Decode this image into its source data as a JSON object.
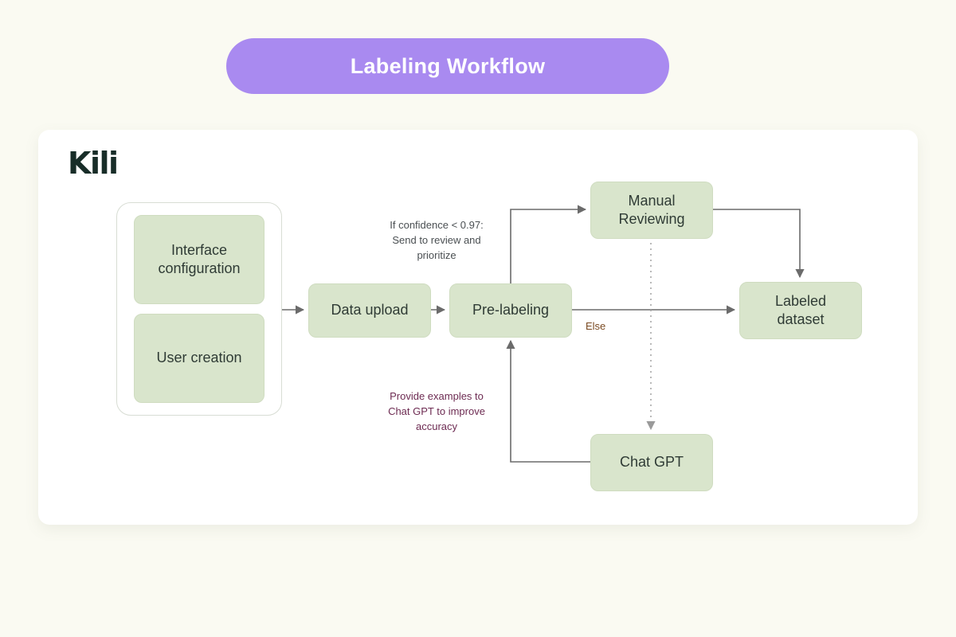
{
  "header": {
    "title": "Labeling Workflow",
    "pill_color": "#a98af0",
    "text_color": "#ffffff"
  },
  "card": {
    "brand_logo": "Kili",
    "background": "#ffffff"
  },
  "page": {
    "background": "#fafaf2"
  },
  "diagram": {
    "type": "flowchart",
    "node_fill": "#d9e5cc",
    "node_border": "#cfdcc0",
    "edge_color": "#6b6b6b",
    "group": {
      "label": "setup-group"
    },
    "nodes": [
      {
        "id": "interface-configuration",
        "label": "Interface\nconfiguration",
        "line1": "Interface",
        "line2": "configuration"
      },
      {
        "id": "user-creation",
        "label": "User creation",
        "line1": "User creation",
        "line2": ""
      },
      {
        "id": "data-upload",
        "label": "Data upload",
        "line1": "Data upload",
        "line2": ""
      },
      {
        "id": "pre-labeling",
        "label": "Pre-labeling",
        "line1": "Pre-labeling",
        "line2": ""
      },
      {
        "id": "manual-reviewing",
        "label": "Manual Reviewing",
        "line1": "Manual",
        "line2": "Reviewing"
      },
      {
        "id": "labeled-dataset",
        "label": "Labeled dataset",
        "line1": "Labeled",
        "line2": "dataset"
      },
      {
        "id": "chat-gpt",
        "label": "Chat GPT",
        "line1": "Chat GPT",
        "line2": ""
      }
    ],
    "edge_labels": {
      "confidence_line1": "If confidence < 0.97:",
      "confidence_line2": "Send to review and",
      "confidence_line3": "prioritize",
      "confidence_color": "#4a4f52",
      "provide_line1": "Provide examples to",
      "provide_line2": "Chat GPT to  improve",
      "provide_line3": "accuracy",
      "provide_color": "#6d2b52",
      "else_label": "Else",
      "else_color": "#7a4a22"
    },
    "edges": [
      {
        "from": "setup-group",
        "to": "data-upload",
        "style": "solid"
      },
      {
        "from": "data-upload",
        "to": "pre-labeling",
        "style": "solid"
      },
      {
        "from": "pre-labeling",
        "to": "manual-reviewing",
        "style": "solid"
      },
      {
        "from": "pre-labeling",
        "to": "labeled-dataset",
        "style": "solid"
      },
      {
        "from": "manual-reviewing",
        "to": "labeled-dataset",
        "style": "solid"
      },
      {
        "from": "manual-reviewing",
        "to": "chat-gpt",
        "style": "dotted"
      },
      {
        "from": "chat-gpt",
        "to": "pre-labeling",
        "style": "solid"
      }
    ]
  }
}
